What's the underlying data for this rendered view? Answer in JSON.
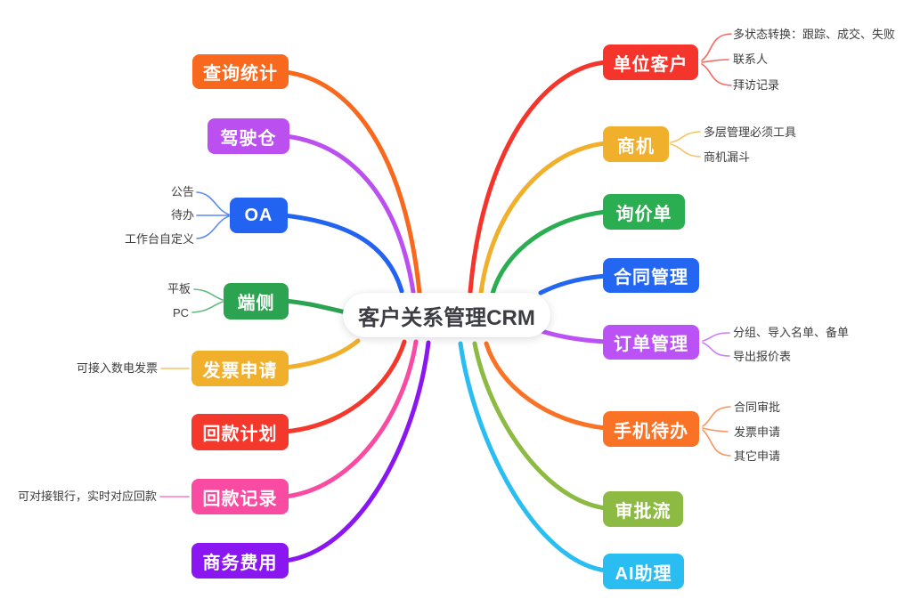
{
  "center": {
    "label": "客户关系管理CRM",
    "bg": "#ffffff",
    "text_color": "#3c3c43"
  },
  "left_branches": [
    {
      "label": "查询统计",
      "color": "#F9691D",
      "children": []
    },
    {
      "label": "驾驶仓",
      "color": "#BC4FF0",
      "children": []
    },
    {
      "label": "OA",
      "color": "#2363F2",
      "children": [
        "公告",
        "待办",
        "工作台自定义"
      ]
    },
    {
      "label": "端侧",
      "color": "#2BA350",
      "children": [
        "平板",
        "PC"
      ]
    },
    {
      "label": "发票申请",
      "color": "#F1B02C",
      "children": [
        "可接入数电发票"
      ]
    },
    {
      "label": "回款计划",
      "color": "#F5382C",
      "children": []
    },
    {
      "label": "回款记录",
      "color": "#FA4BA3",
      "children": [
        "可对接银行，实时对应回款"
      ]
    },
    {
      "label": "商务费用",
      "color": "#8A16F2",
      "children": []
    }
  ],
  "right_branches": [
    {
      "label": "单位客户",
      "color": "#F5352B",
      "children": [
        "多状态转换：跟踪、成交、失败",
        "联系人",
        "拜访记录"
      ]
    },
    {
      "label": "商机",
      "color": "#F1B02C",
      "children": [
        "多层管理必须工具",
        "商机漏斗"
      ]
    },
    {
      "label": "询价单",
      "color": "#2BAD52",
      "children": []
    },
    {
      "label": "合同管理",
      "color": "#2366F2",
      "children": []
    },
    {
      "label": "订单管理",
      "color": "#BB52F5",
      "children": [
        "分组、导入名单、备单",
        "导出报价表"
      ]
    },
    {
      "label": "手机待办",
      "color": "#F97226",
      "children": [
        "合同审批",
        "发票申请",
        "其它申请"
      ]
    },
    {
      "label": "审批流",
      "color": "#8CBA42",
      "children": []
    },
    {
      "label": "AI助理",
      "color": "#29BDF2",
      "children": []
    }
  ],
  "theme": {
    "background": "#ffffff",
    "subtopic_text": "#3d3d3d"
  }
}
